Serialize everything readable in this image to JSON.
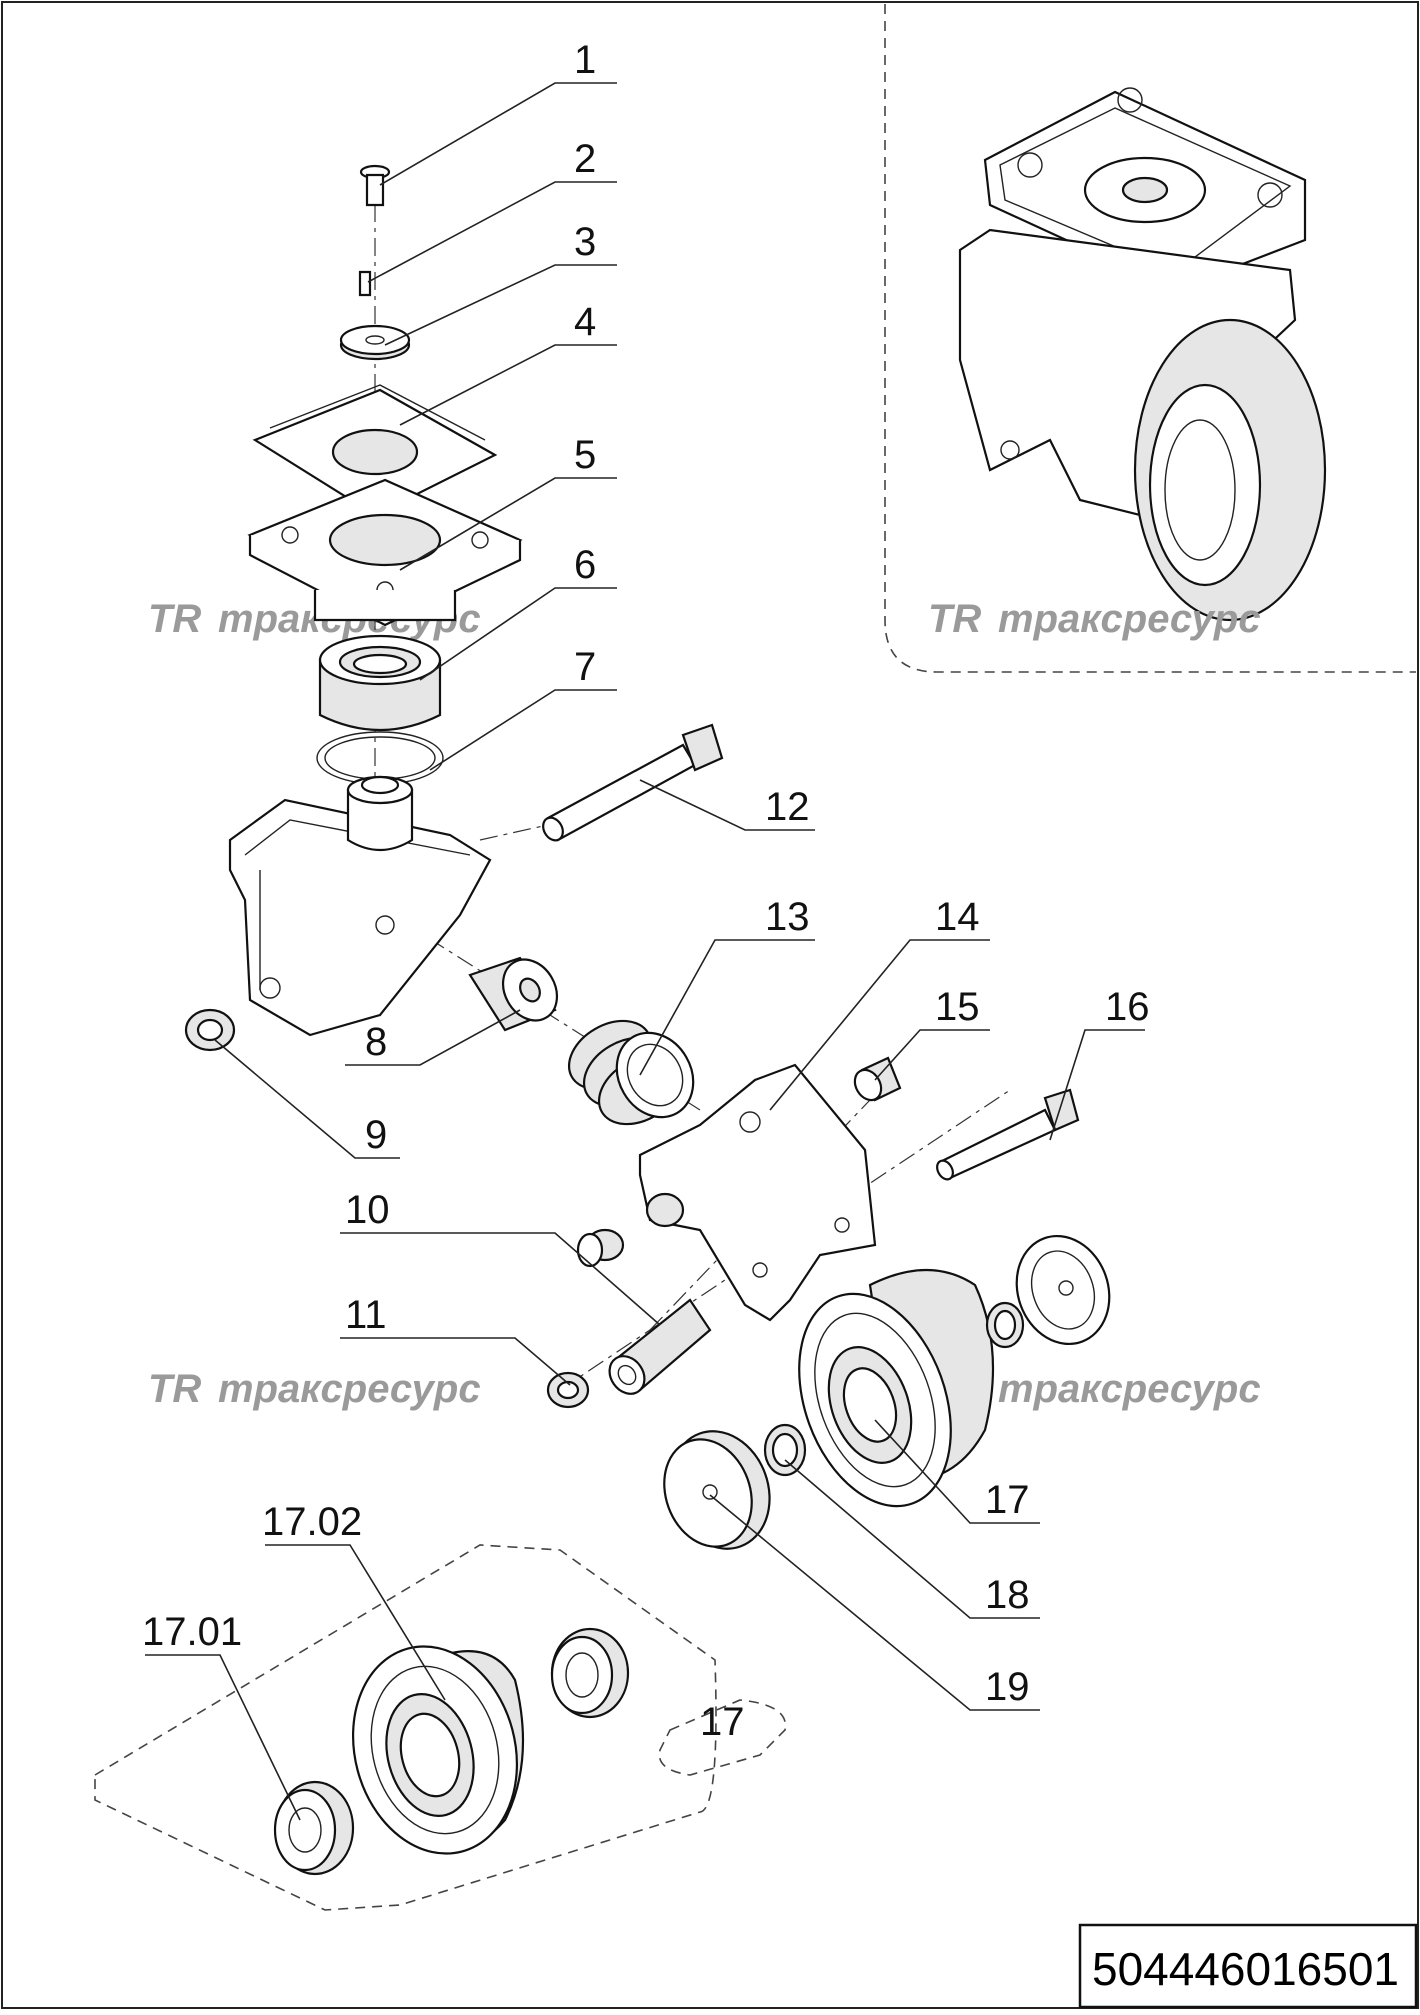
{
  "diagram": {
    "callouts": [
      "1",
      "2",
      "3",
      "4",
      "5",
      "6",
      "7",
      "8",
      "9",
      "10",
      "11",
      "12",
      "13",
      "14",
      "15",
      "16",
      "17",
      "18",
      "19",
      "17.02",
      "17.01"
    ],
    "subassembly_label": "17",
    "watermark": "траксресурс",
    "watermark_logo": "TR",
    "doc_number": "504446016501"
  }
}
